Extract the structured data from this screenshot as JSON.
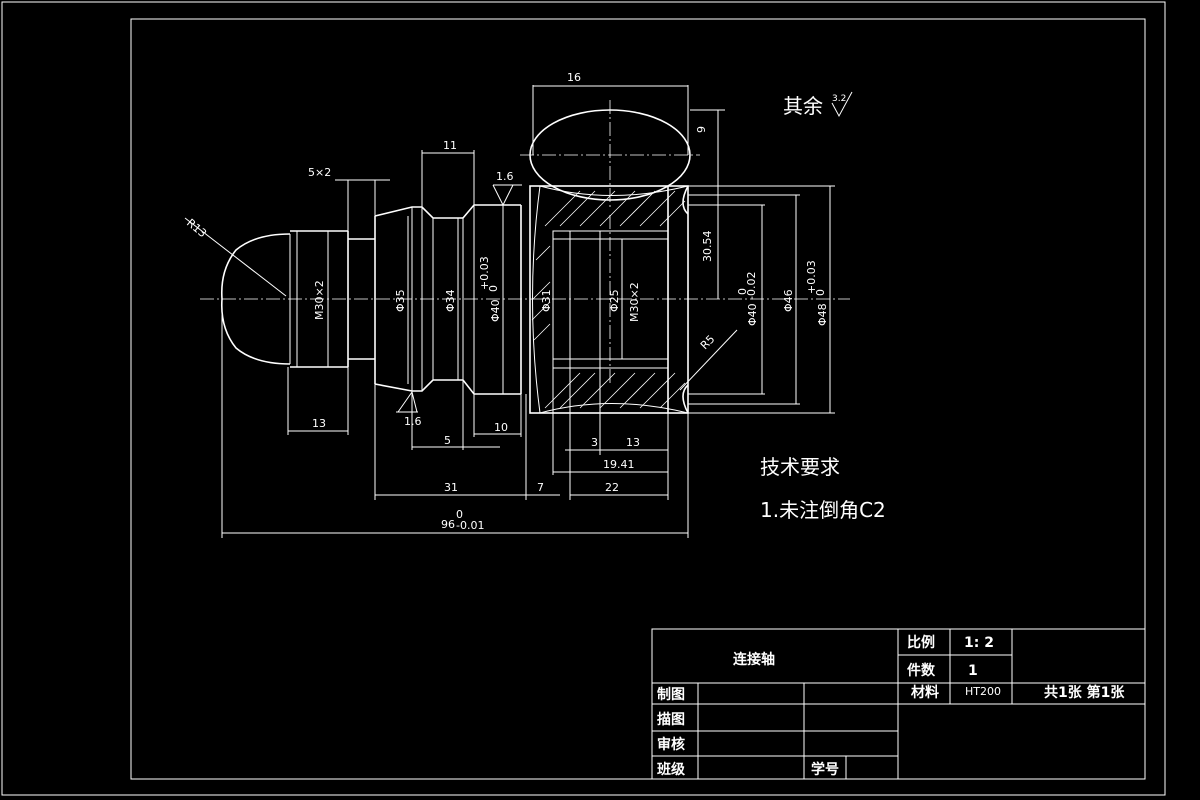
{
  "surface_finish_note": {
    "prefix": "其余",
    "roughness": "3.2"
  },
  "tech_requirements": {
    "title": "技术要求",
    "item1": "1.未注倒角C2"
  },
  "dimensions": {
    "w16": "16",
    "h9": "9",
    "w11": "11",
    "r1_6_top": "1.6",
    "r1_6_bot": "1.6",
    "c5x2": "5×2",
    "r13": "R13",
    "r5": "R5",
    "m30x2_left": "M30×2",
    "d35": "Φ35",
    "d34": "Φ34",
    "d40_tol": "Φ40",
    "d40_tol_up": "+0.03",
    "d40_tol_lo": "0",
    "d31": "Φ31",
    "d25": "Φ25",
    "m30x2_inner": "M30×2",
    "d40_right": "Φ40",
    "d40_right_up": "0",
    "d40_right_lo": "-0.02",
    "d46": "Φ46",
    "d48": "Φ48",
    "d48_up": "+0.03",
    "d48_lo": "0",
    "h30_54": "30.54",
    "w13_left": "13",
    "w5": "5",
    "w10": "10",
    "w3": "3",
    "w13_right": "13",
    "w19_41": "19.41",
    "w31": "31",
    "w7": "7",
    "w22": "22",
    "w96": "96",
    "w96_up": "0",
    "w96_lo": "-0.01"
  },
  "title_block": {
    "part_name": "连接轴",
    "scale_label": "比例",
    "scale_value": "1: 2",
    "qty_label": "件数",
    "qty_value": "1",
    "material_label": "材料",
    "material_value": "HT200",
    "sheet_info": "共1张 第1张",
    "drawn_by": "制图",
    "traced_by": "描图",
    "checked_by": "审核",
    "class_label": "班级",
    "student_no_label": "学号"
  }
}
